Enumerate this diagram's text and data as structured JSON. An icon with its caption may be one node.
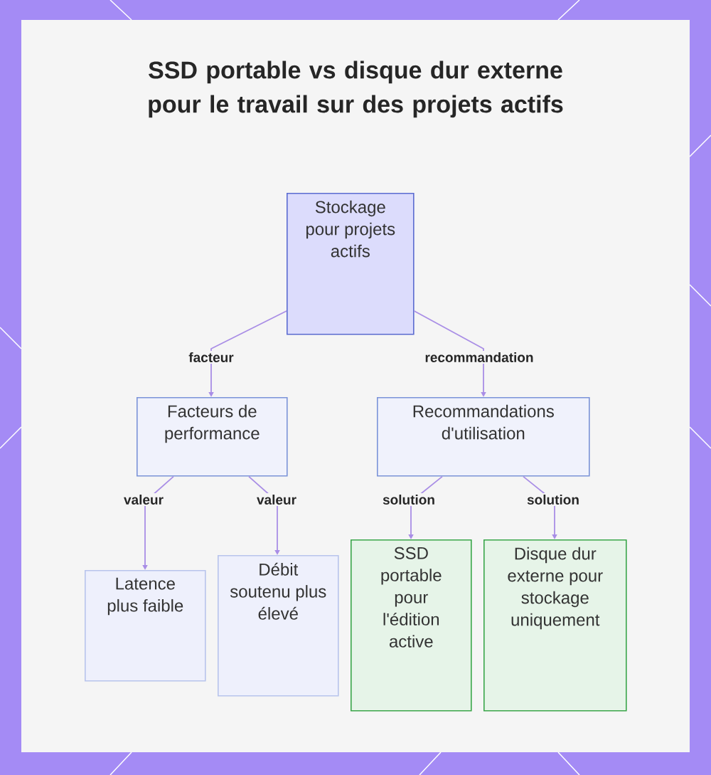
{
  "diagram": {
    "title": "SSD portable vs disque dur externe pour le travail sur des projets actifs",
    "nodes": [
      {
        "text": [
          "Stockage pour projets actifs"
        ]
      },
      {
        "text": [
          "Facteurs de performance"
        ]
      },
      {
        "text": [
          "Recommandations d'utilisation"
        ]
      },
      {
        "text": [
          "Latence plus faible"
        ]
      },
      {
        "text": [
          "Débit soutenu plus élevé"
        ]
      },
      {
        "text": [
          "SSD portable pour l'édition active"
        ]
      },
      {
        "text": [
          "Disque dur externe pour stockage uniquement"
        ]
      }
    ],
    "edges": [
      {
        "from": 0,
        "to": 1,
        "arrow": "to",
        "label": "facteur"
      },
      {
        "from": 0,
        "to": 2,
        "arrow": "to",
        "label": "recommandation"
      },
      {
        "from": 1,
        "to": 3,
        "arrow": "to",
        "label": "valeur"
      },
      {
        "from": 1,
        "to": 4,
        "arrow": "to",
        "label": "valeur"
      },
      {
        "from": 2,
        "to": 5,
        "arrow": "to",
        "label": "solution"
      },
      {
        "from": 2,
        "to": 6,
        "arrow": "to",
        "label": "solution"
      }
    ]
  }
}
